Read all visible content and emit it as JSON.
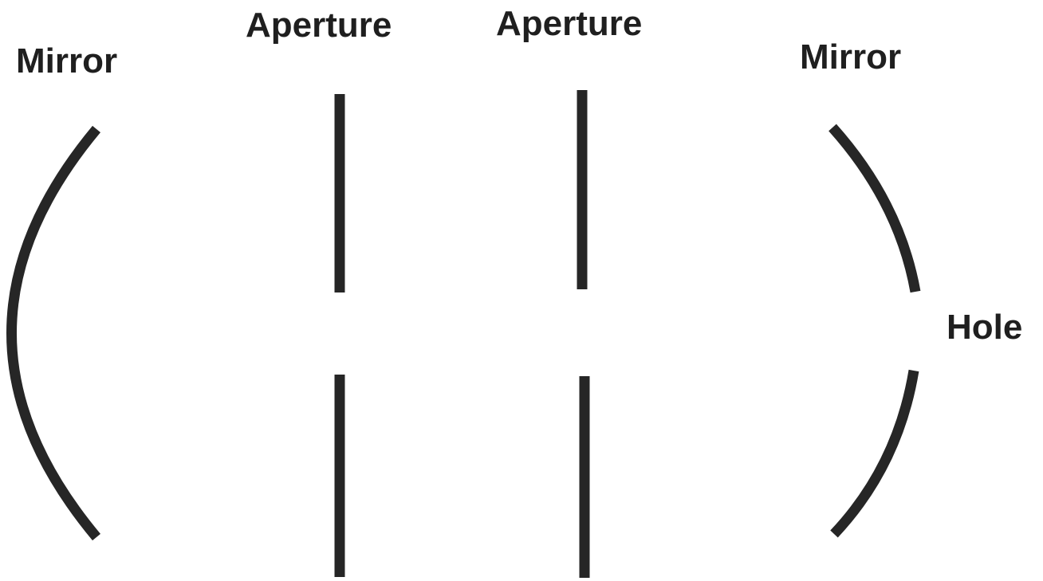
{
  "labels": {
    "mirror_left": "Mirror",
    "aperture_left": "Aperture",
    "aperture_right": "Aperture",
    "mirror_right": "Mirror",
    "hole": "Hole"
  },
  "colors": {
    "stroke": "#262626",
    "text": "#1f1f1f",
    "background": "#ffffff"
  }
}
